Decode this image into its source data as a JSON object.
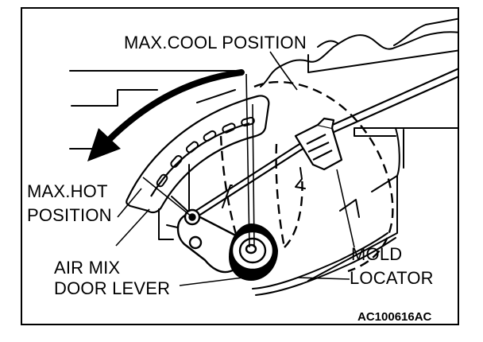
{
  "figure": {
    "labels": {
      "max_cool": "MAX.COOL POSITION",
      "max_hot_line1": "MAX.HOT",
      "max_hot_line2": "POSITION",
      "air_mix_line1": "AIR MIX",
      "air_mix_line2": "DOOR LEVER",
      "mold_line1": "MOLD",
      "mold_line2": "LOCATOR"
    },
    "figure_code": "AC100616AC"
  },
  "colors": {
    "ink": "#000000",
    "paper": "#ffffff"
  }
}
